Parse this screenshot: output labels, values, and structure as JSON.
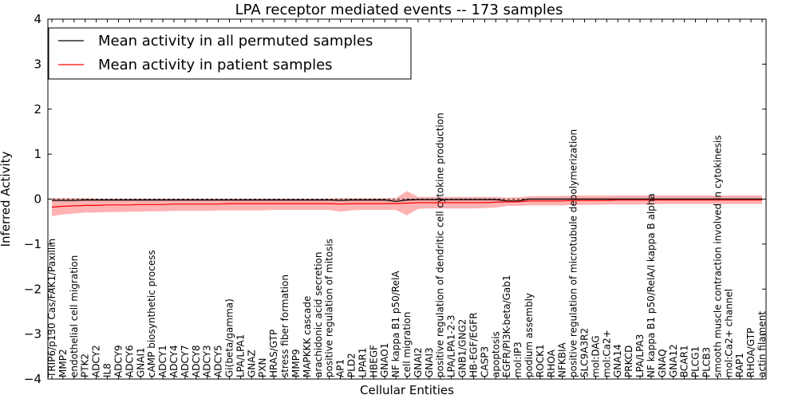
{
  "chart_data": {
    "type": "line",
    "title": "LPA receptor mediated events -- 173 samples",
    "xlabel": "Cellular Entities",
    "ylabel": "Inferred Activity",
    "ylim": [
      -4,
      4
    ],
    "yticks": [
      "4",
      "3",
      "2",
      "1",
      "0",
      "−1",
      "−2",
      "−3",
      "−4"
    ],
    "grid": false,
    "legend_position": "top-left",
    "categories": [
      "TRIP6/p130 Cas/FAK1/Paxillin",
      "MMP2",
      "endothelial cell migration",
      "PTK2",
      "ADCY2",
      "IL8",
      "ADCY9",
      "ADCY6",
      "GNAI1",
      "cAMP biosynthetic process",
      "ADCY1",
      "ADCY4",
      "ADCY7",
      "ADCY8",
      "ADCY3",
      "ADCY5",
      "Gi(beta/gamma)",
      "LPA/LPA1",
      "GNAZ",
      "PXN",
      "HRAS/GTP",
      "stress fiber formation",
      "MMP9",
      "MAPKKK cascade",
      "arachidonic acid secretion",
      "positive regulation of mitosis",
      "AP1",
      "PLD2",
      "LPAR1",
      "HBEGF",
      "GNAO1",
      "NF kappa B1 p50/RelA",
      "cell migration",
      "GNAI2",
      "GNAI3",
      "positive regulation of dendritic cell cytokine production",
      "LPA/LPA1-2-3",
      "GNB1/GNG2",
      "HB-EGF/EGFR",
      "CASP3",
      "apoptosis",
      "EGFR/PI3K-beta/Gab1",
      "mol:IP3",
      "podium assembly",
      "ROCK1",
      "RHOA",
      "NFKBIA",
      "positive regulation of microtubule depolymerization",
      "SLC9A3R2",
      "mol:DAG",
      "mol:Ca2+",
      "GNA14",
      "PRKCD",
      "LPA/LPA3",
      "NF kappa B1 p50/RelA/I kappa B alpha",
      "GNAQ",
      "GNA12",
      "BCAR1",
      "PLCG1",
      "PLCB3",
      "smooth muscle contraction involved in cytokinesis",
      "mol:Ca2+ channel",
      "RAP1",
      "RHOA/GTP",
      "actin filament"
    ],
    "series": [
      {
        "name": "Mean activity in all permuted samples",
        "color": "#000000",
        "values": [
          -0.03,
          -0.03,
          -0.03,
          -0.02,
          -0.02,
          -0.02,
          -0.02,
          -0.02,
          -0.02,
          -0.02,
          -0.02,
          -0.02,
          -0.02,
          -0.02,
          -0.02,
          -0.02,
          -0.02,
          -0.02,
          -0.02,
          -0.02,
          -0.02,
          -0.02,
          -0.02,
          -0.02,
          -0.02,
          -0.02,
          -0.03,
          -0.02,
          -0.02,
          -0.02,
          -0.02,
          -0.05,
          -0.02,
          -0.01,
          -0.01,
          -0.01,
          -0.01,
          -0.01,
          -0.01,
          -0.01,
          -0.01,
          -0.04,
          -0.04,
          0.0,
          0.0,
          0.0,
          0.0,
          0.0,
          0.0,
          0.0,
          0.0,
          0.0,
          0.0,
          0.0,
          0.0,
          0.0,
          0.0,
          0.0,
          0.0,
          0.0,
          0.0,
          0.0,
          0.0,
          0.0,
          0.0
        ]
      },
      {
        "name": "Mean activity in patient samples",
        "color": "#ff0000",
        "values": [
          -0.18,
          -0.16,
          -0.15,
          -0.14,
          -0.14,
          -0.13,
          -0.13,
          -0.13,
          -0.12,
          -0.12,
          -0.12,
          -0.11,
          -0.11,
          -0.11,
          -0.11,
          -0.11,
          -0.1,
          -0.1,
          -0.1,
          -0.1,
          -0.1,
          -0.1,
          -0.1,
          -0.1,
          -0.1,
          -0.1,
          -0.11,
          -0.1,
          -0.1,
          -0.1,
          -0.1,
          -0.1,
          -0.09,
          -0.08,
          -0.08,
          -0.08,
          -0.08,
          -0.08,
          -0.08,
          -0.08,
          -0.07,
          -0.06,
          -0.06,
          -0.04,
          -0.04,
          -0.04,
          -0.04,
          -0.03,
          -0.03,
          -0.03,
          -0.03,
          -0.02,
          -0.02,
          -0.02,
          -0.02,
          -0.02,
          -0.02,
          -0.02,
          -0.02,
          -0.02,
          -0.02,
          -0.02,
          -0.02,
          -0.02,
          -0.02
        ],
        "lower": [
          -0.38,
          -0.34,
          -0.32,
          -0.3,
          -0.3,
          -0.29,
          -0.29,
          -0.28,
          -0.28,
          -0.27,
          -0.27,
          -0.26,
          -0.26,
          -0.26,
          -0.26,
          -0.25,
          -0.25,
          -0.25,
          -0.25,
          -0.25,
          -0.24,
          -0.24,
          -0.24,
          -0.24,
          -0.24,
          -0.24,
          -0.28,
          -0.25,
          -0.24,
          -0.24,
          -0.24,
          -0.24,
          -0.36,
          -0.22,
          -0.21,
          -0.21,
          -0.21,
          -0.21,
          -0.21,
          -0.2,
          -0.19,
          -0.15,
          -0.15,
          -0.14,
          -0.14,
          -0.14,
          -0.14,
          -0.13,
          -0.13,
          -0.13,
          -0.12,
          -0.12,
          -0.12,
          -0.12,
          -0.12,
          -0.11,
          -0.11,
          -0.11,
          -0.11,
          -0.11,
          -0.11,
          -0.11,
          -0.11,
          -0.11,
          -0.11
        ],
        "upper": [
          0.02,
          0.02,
          0.02,
          0.02,
          0.01,
          0.01,
          0.01,
          0.01,
          0.01,
          0.01,
          0.01,
          0.01,
          0.01,
          0.01,
          0.01,
          0.01,
          0.01,
          0.01,
          0.01,
          0.01,
          0.01,
          0.01,
          0.01,
          0.01,
          0.01,
          0.01,
          0.02,
          0.02,
          0.02,
          0.02,
          0.02,
          0.02,
          0.18,
          0.05,
          0.05,
          0.05,
          0.05,
          0.05,
          0.05,
          0.05,
          0.05,
          0.03,
          0.04,
          0.06,
          0.07,
          0.07,
          0.07,
          0.08,
          0.08,
          0.08,
          0.08,
          0.08,
          0.08,
          0.08,
          0.08,
          0.08,
          0.08,
          0.08,
          0.08,
          0.08,
          0.08,
          0.08,
          0.08,
          0.08,
          0.08
        ]
      }
    ]
  }
}
